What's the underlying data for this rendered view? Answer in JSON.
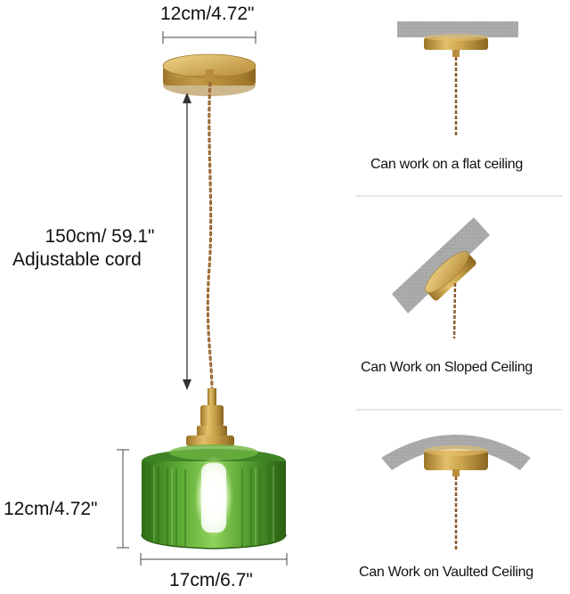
{
  "dimensions": {
    "canopy_width": "12cm/4.72\"",
    "cord_length": "150cm/ 59.1\"",
    "cord_note": "Adjustable cord",
    "shade_height": "12cm/4.72\"",
    "shade_width": "17cm/6.7\""
  },
  "mounting_options": [
    {
      "caption": "Can work on a flat ceiling"
    },
    {
      "caption": "Can Work on Sloped Ceiling"
    },
    {
      "caption": "Can Work on Vaulted Ceiling"
    }
  ],
  "colors": {
    "brass": "#c9a24a",
    "glass": "#4f9a2e",
    "ceiling": "#a9a9a9",
    "cord": "#8a5a2b"
  },
  "icons": [
    "pendant-lamp",
    "flat-ceiling-mount",
    "sloped-ceiling-mount",
    "vaulted-ceiling-mount"
  ]
}
